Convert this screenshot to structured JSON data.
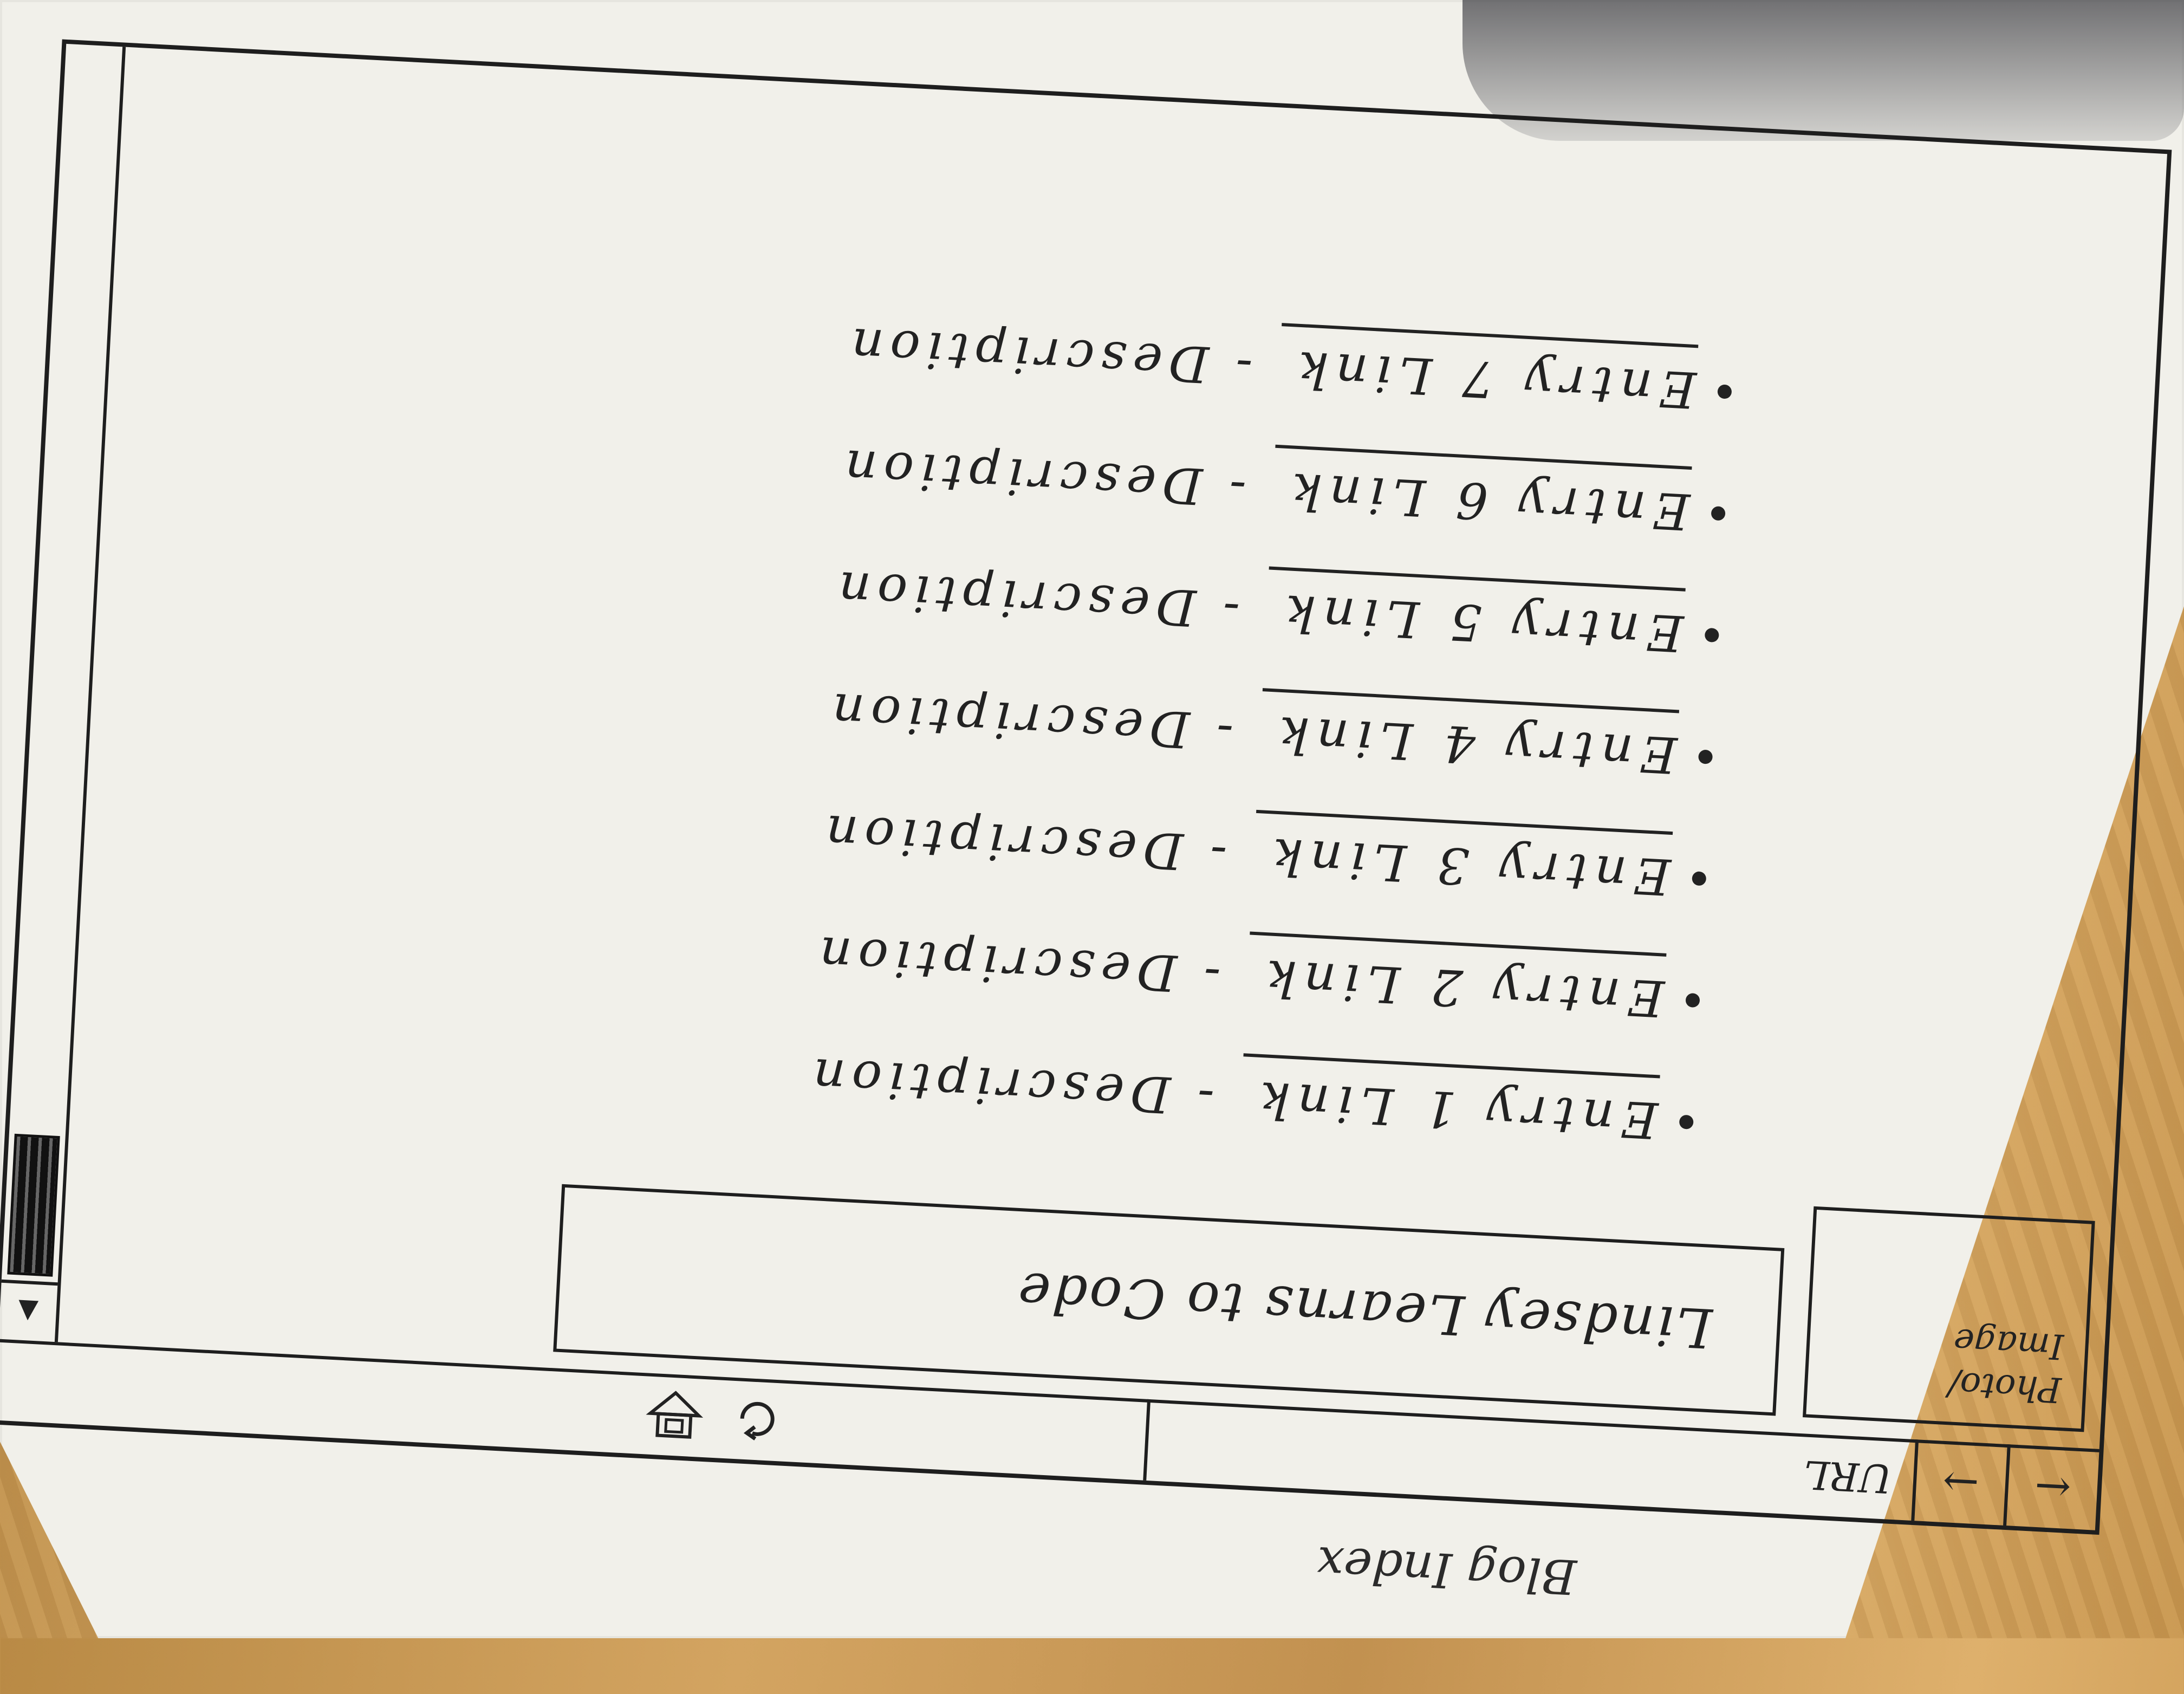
{
  "page_title": "Blog Index",
  "toolbar": {
    "back_label": "←",
    "forward_label": "→",
    "url_label": "URL",
    "refresh_icon": "refresh-icon",
    "download_icon": "download-icon"
  },
  "header": {
    "photo_label": "Photo/ Image",
    "blog_title": "Lindsey Learns to Code"
  },
  "entries": [
    {
      "link": "Entry 1 Link",
      "description": "Description"
    },
    {
      "link": "Entry 2 Link",
      "description": "Description"
    },
    {
      "link": "Entry 3 Link",
      "description": "Description"
    },
    {
      "link": "Entry 4 Link",
      "description": "Description"
    },
    {
      "link": "Entry 5 Link",
      "description": "Description"
    },
    {
      "link": "Entry 6 Link",
      "description": "Description"
    },
    {
      "link": "Entry 7 Link",
      "description": "Description"
    }
  ],
  "separator": "-",
  "scrollbar": {
    "arrow_label": "▲"
  }
}
